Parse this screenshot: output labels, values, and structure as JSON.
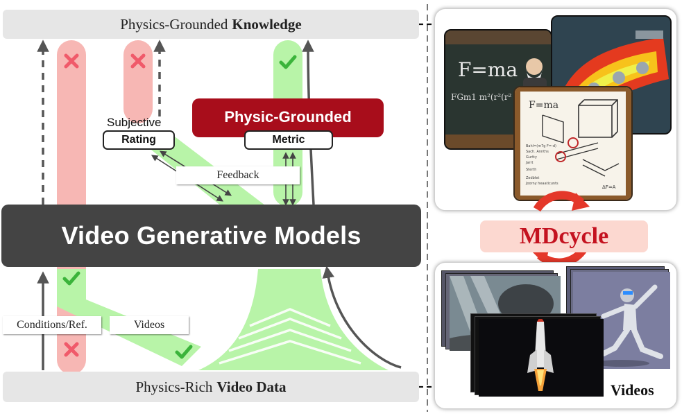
{
  "top_bar": {
    "prefix": "Physics-Grounded",
    "bold": "Knowledge"
  },
  "bottom_bar": {
    "prefix": "Physics-Rich",
    "bold": "Video Data"
  },
  "center_box": {
    "label": "Video Generative Models"
  },
  "physic_box": {
    "title": "Physic-Grounded",
    "pill": "Metric"
  },
  "subjective": {
    "label": "Subjective",
    "pill": "Rating"
  },
  "tags": {
    "feedback": "Feedback",
    "conditions": "Conditions/Ref.",
    "videos": "Videos"
  },
  "right_panel": {
    "cycle_label": "MDcycle",
    "videos_label": "Videos",
    "blackboard_text": [
      "F=ma",
      "FGm1 m²(r²(r²"
    ],
    "sketch_title": "F=ma",
    "sketch_notes": [
      "Bahl=(m7g F=-d)",
      "Sach. Annths",
      "Gurtty",
      "Jarrt",
      "Sterth",
      "Zedblet",
      "Joorny heaaticunts"
    ],
    "sketch_corner": "ΔF=A"
  },
  "colors": {
    "red_strip": "#f7b7b4",
    "green_strip": "#b8f4a8",
    "accent_red": "#a80d1b",
    "dark": "#444444"
  }
}
